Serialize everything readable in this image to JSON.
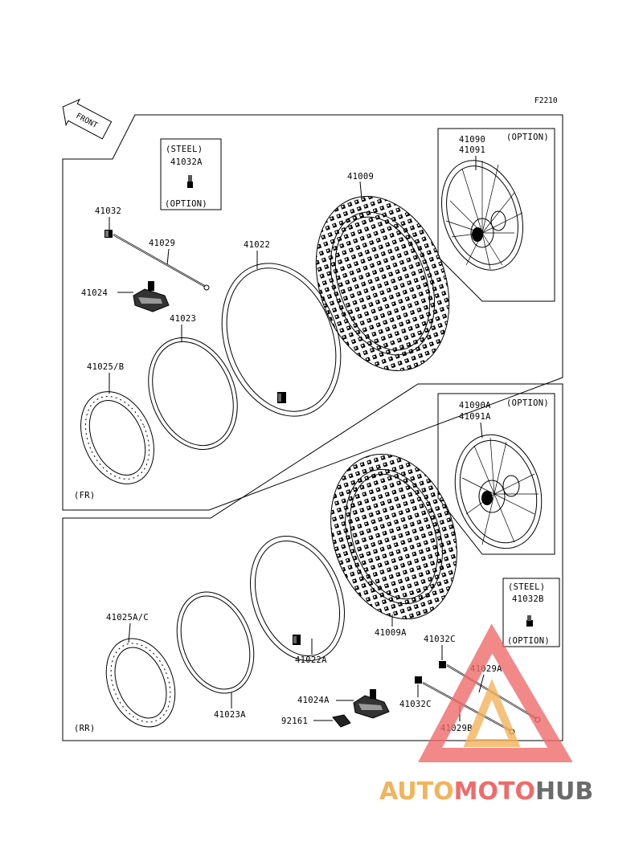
{
  "figure_code": "F2210",
  "front_label": "FRONT",
  "sections": {
    "front": "(FR)",
    "rear": "(RR)"
  },
  "option_boxes": {
    "front_steel": {
      "line1": "(STEEL)",
      "part": "41032A",
      "line3": "(OPTION)"
    },
    "front_wheel": "(OPTION)",
    "rear_wheel": "(OPTION)",
    "rear_steel": {
      "line1": "(STEEL)",
      "part": "41032B",
      "line3": "(OPTION)"
    }
  },
  "parts": {
    "p41032": "41032",
    "p41029": "41029",
    "p41022": "41022",
    "p41009": "41009",
    "p41090": "41090",
    "p41091": "41091",
    "p41024": "41024",
    "p41023": "41023",
    "p41025b": "41025/B",
    "p41090a": "41090A",
    "p41091a": "41091A",
    "p41009a": "41009A",
    "p41025ac": "41025A/C",
    "p41023a": "41023A",
    "p41022a": "41022A",
    "p41024a": "41024A",
    "p92161": "92161",
    "p41032c_top": "41032C",
    "p41032c_bot": "41032C",
    "p41029a": "41029A",
    "p41029b": "41029B"
  },
  "watermark": {
    "part1": "AUTO",
    "part2": "MOTO",
    "part3": "HUB"
  },
  "colors": {
    "line": "#000000",
    "watermark_red": "#ef6b6b",
    "watermark_orange": "#f4b25a",
    "watermark_gray": "#6b6b6b"
  }
}
